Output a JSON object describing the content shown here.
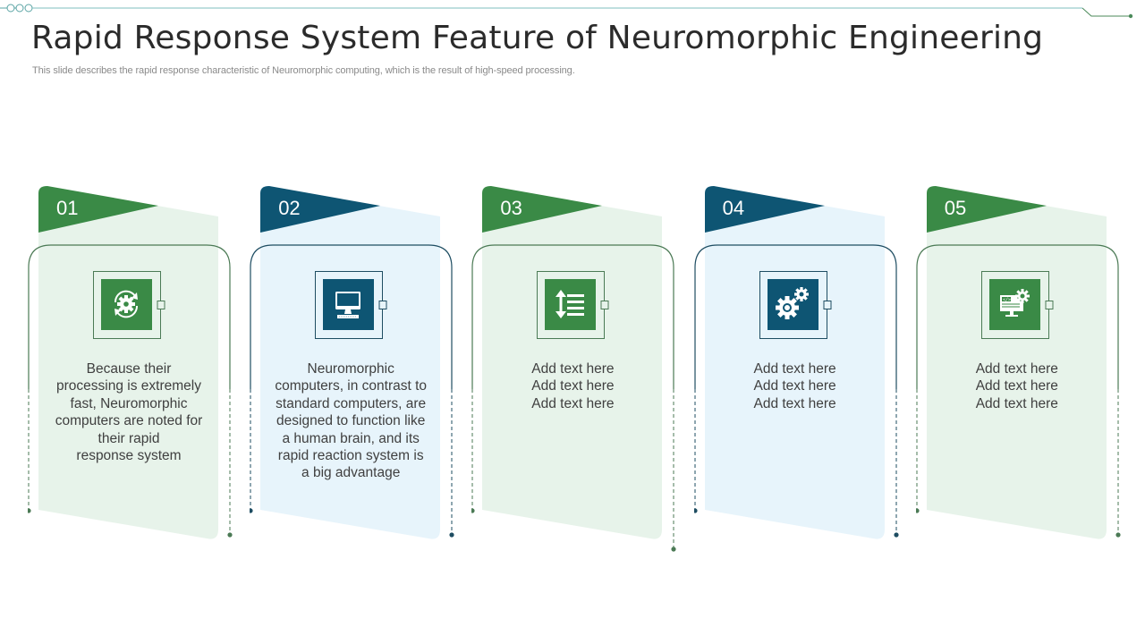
{
  "header": {
    "title": "Rapid Response System Feature of Neuromorphic Engineering",
    "subtitle": "This slide describes the rapid response characteristic of Neuromorphic computing, which is the result of high-speed processing."
  },
  "colors": {
    "green": "#3a8a46",
    "green_light": "#e7f3ea",
    "green_line": "#4b7a55",
    "blue": "#0e5573",
    "blue_light": "#e7f4fb",
    "blue_line": "#1e4d62",
    "top_line": "#7fbfbf"
  },
  "cards": [
    {
      "number": "01",
      "theme": "green",
      "icon": "gear-refresh-icon",
      "lines": [
        "Because their",
        "processing is extremely",
        "fast, Neuromorphic",
        "computers are noted for",
        "their rapid",
        "response system"
      ]
    },
    {
      "number": "02",
      "theme": "blue",
      "icon": "desktop-computer-icon",
      "lines": [
        "Neuromorphic",
        "computers, in contrast to",
        "standard computers, are",
        "designed to function like",
        "a human brain, and its",
        "rapid reaction system is",
        "a big advantage"
      ]
    },
    {
      "number": "03",
      "theme": "green",
      "icon": "line-spacing-icon",
      "lines": [
        "Add text here",
        "Add text here",
        "Add text here"
      ]
    },
    {
      "number": "04",
      "theme": "blue",
      "icon": "gears-icon",
      "lines": [
        "Add text here",
        "Add text here",
        "Add text here"
      ]
    },
    {
      "number": "05",
      "theme": "green",
      "icon": "code-monitor-gear-icon",
      "lines": [
        "Add text here",
        "Add text here",
        "Add text here"
      ]
    }
  ]
}
